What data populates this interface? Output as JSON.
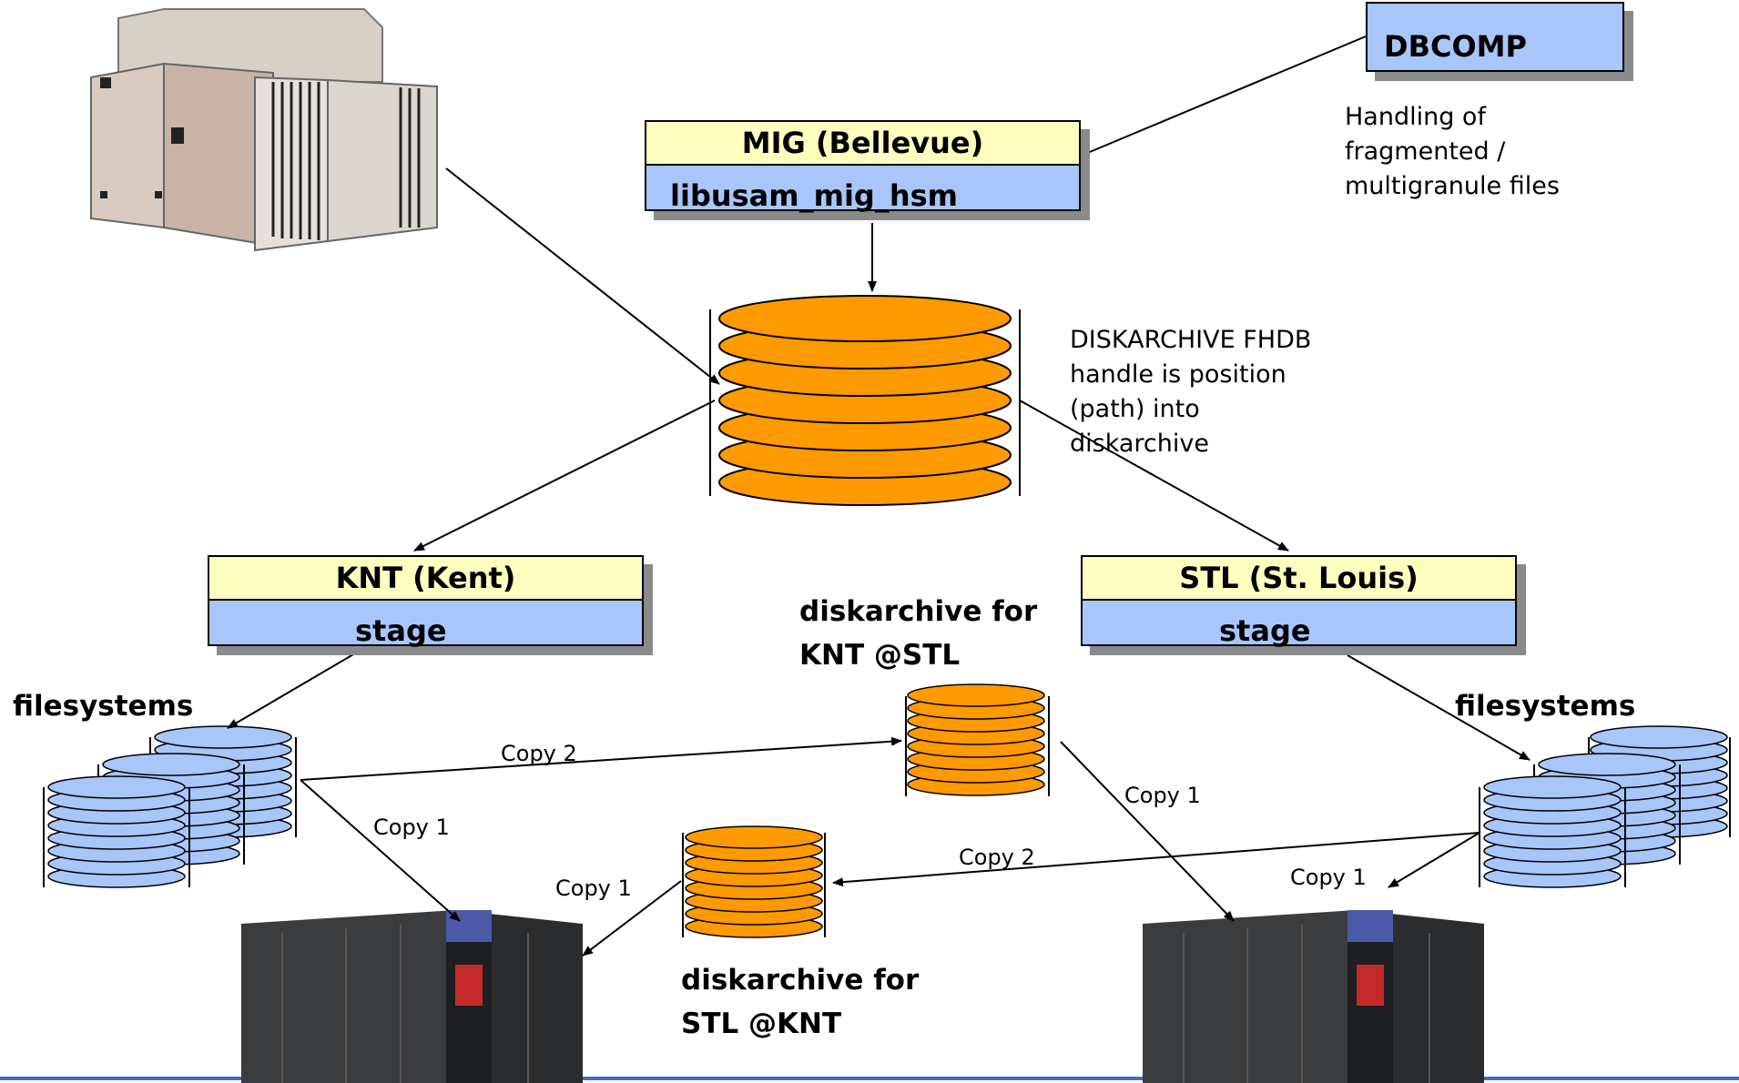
{
  "boxes": {
    "dbcomp": "DBCOMP",
    "mig": {
      "title": "MIG (Bellevue)",
      "sub": "libusam_mig_hsm"
    },
    "knt": {
      "title": "KNT (Kent)",
      "sub": "stage"
    },
    "stl": {
      "title": "STL (St. Louis)",
      "sub": "stage"
    }
  },
  "notes": {
    "dbcomp": "Handling of fragmented / multigranule files",
    "diskarchive": "DISKARCHIVE FHDB handle is position (path) into diskarchive"
  },
  "labels": {
    "da_knt_stl": "diskarchive for KNT @STL",
    "da_stl_knt": "diskarchive for STL @KNT",
    "fs_left": "filesystems",
    "fs_right": "filesystems"
  },
  "edges": {
    "copy2_top": "Copy 2",
    "copy1_left": "Copy 1",
    "copy1_mid_left": "Copy 1",
    "copy1_mid_right": "Copy 1",
    "copy2_bottom": "Copy 2",
    "copy1_right": "Copy 1"
  },
  "colors": {
    "disk_orange": "#ff9a00",
    "disk_blue": "#a8c6fa",
    "box_yellow": "#fefebf",
    "accent_blue": "#3b6fc2"
  }
}
